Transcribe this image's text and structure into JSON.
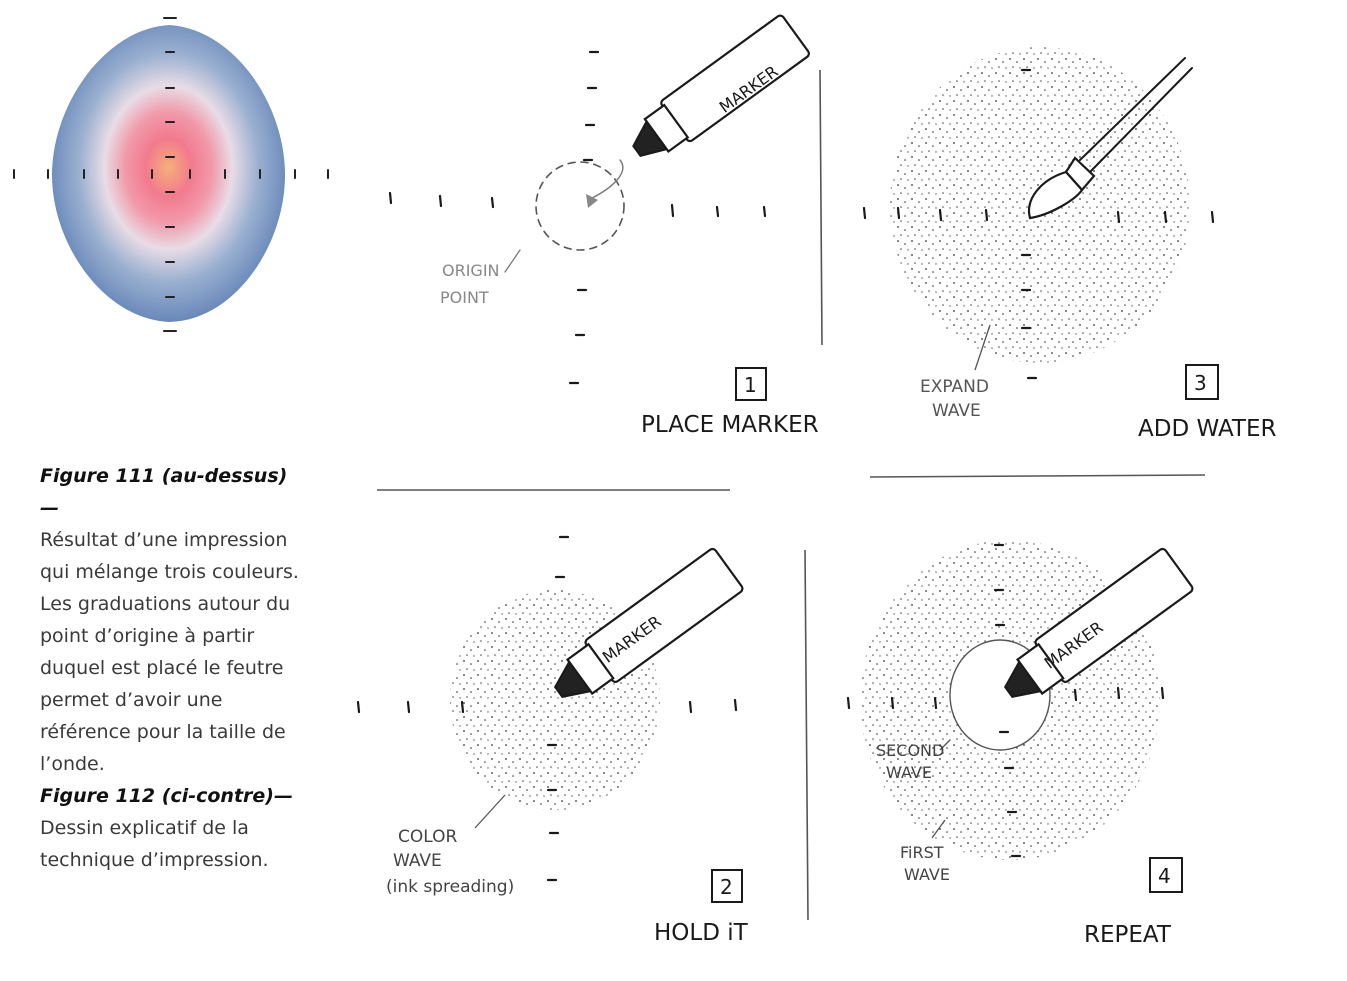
{
  "caption": {
    "fig111_title": "Figure 111 (au-dessus)—",
    "fig111_text": "Résultat d’une impression qui mélange trois couleurs. Les graduations autour du point d’origine à partir duquel est placé le feutre permet d’avoir une référence pour la taille de l’onde.",
    "fig112_title": "Figure 112 (ci-contre)—",
    "fig112_text": "Dessin explicatif de la technique d’impression."
  },
  "panels": {
    "p1": {
      "number": "1",
      "title": "PLACE MARKER",
      "marker_label": "MARKER",
      "note_line1": "ORIGIN",
      "note_line2": "POINT"
    },
    "p2": {
      "number": "2",
      "title": "HOLD iT",
      "marker_label": "MARKER",
      "note_line1": "COLOR",
      "note_line2": "WAVE",
      "note_line3": "(ink spreading)"
    },
    "p3": {
      "number": "3",
      "title": "ADD WATER",
      "note_line1": "EXPAND",
      "note_line2": "WAVE"
    },
    "p4": {
      "number": "4",
      "title": "REPEAT",
      "marker_label": "MARKER",
      "note_line1": "SECOND",
      "note_line2": "WAVE",
      "note_line3": "FiRST",
      "note_line4": "WAVE"
    }
  },
  "colors": {
    "ink": "#1a1a1a",
    "pencil": "#7a7a7a",
    "wave_pink": "#f0708a",
    "wave_blue": "#5a7bb0",
    "wave_orange": "#f4a070"
  }
}
